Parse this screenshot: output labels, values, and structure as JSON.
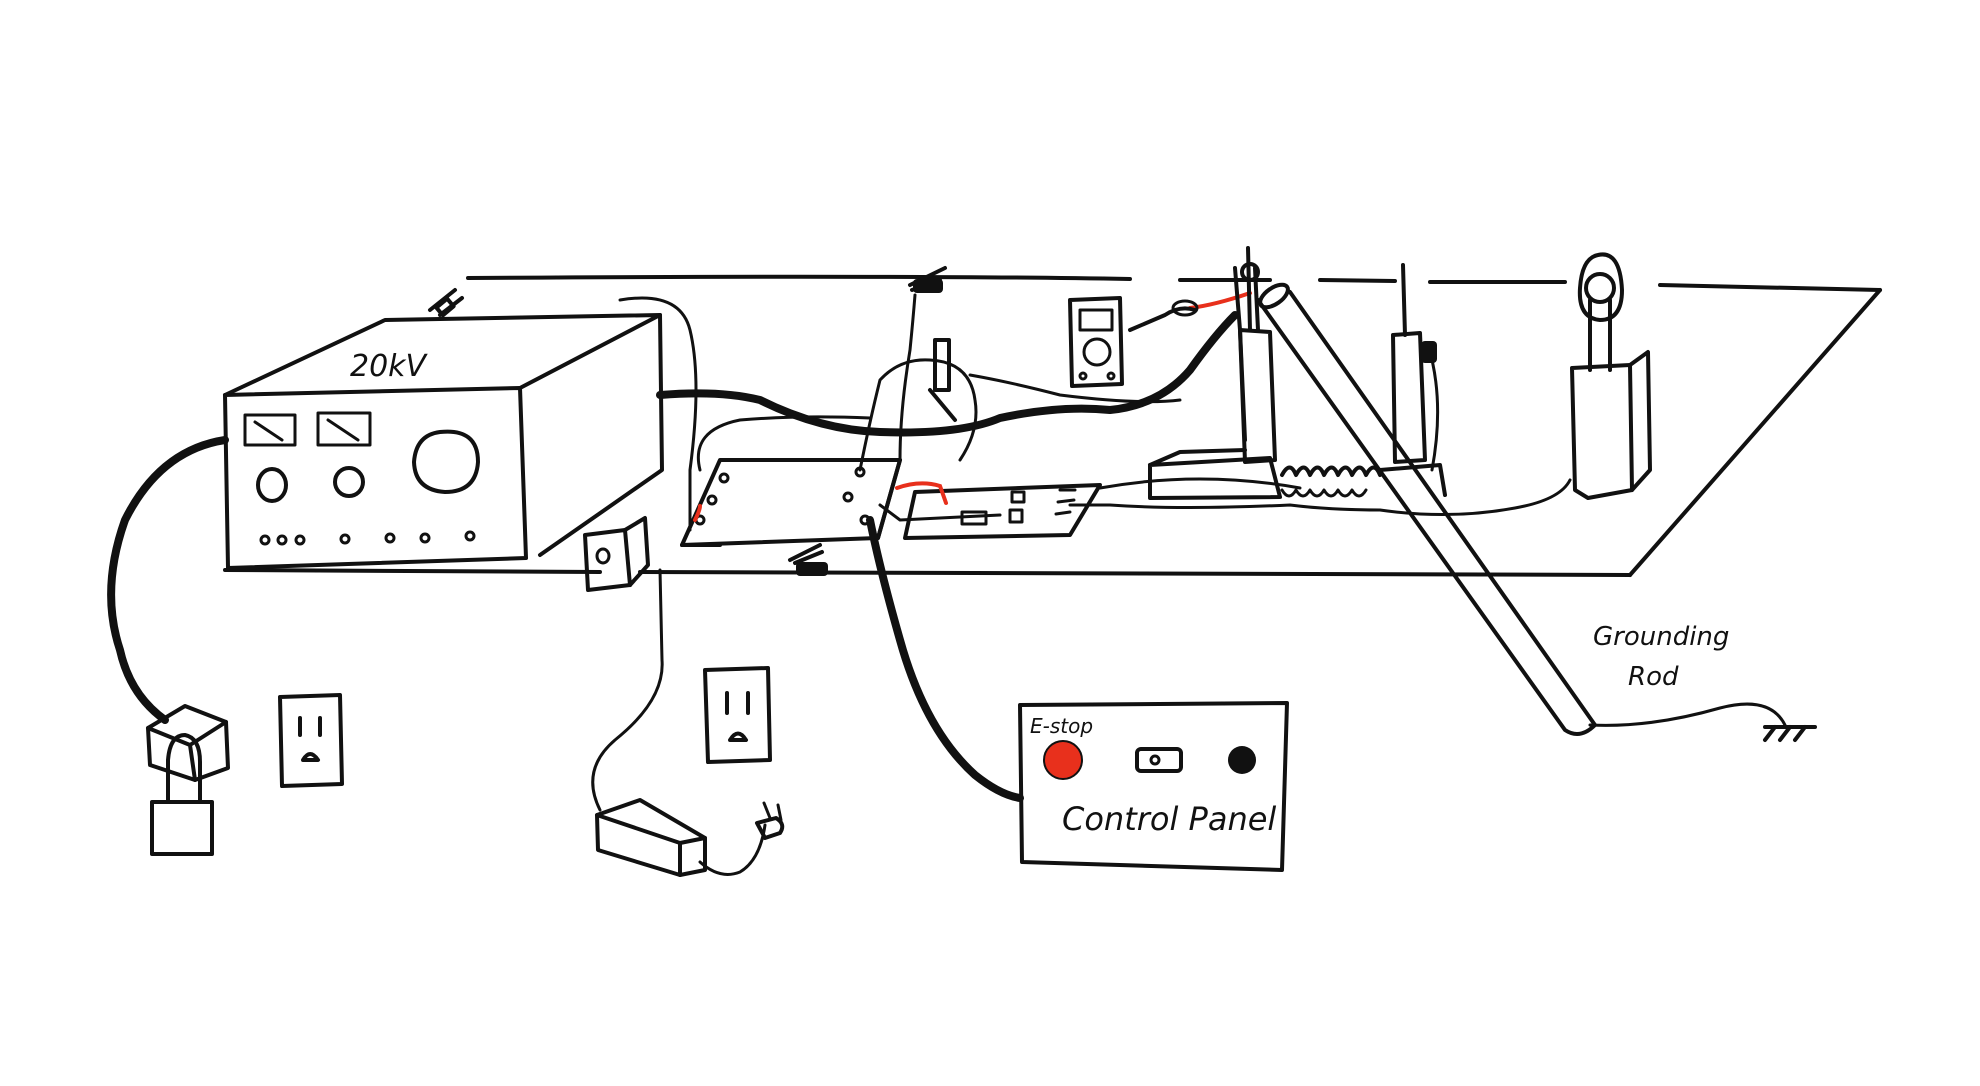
{
  "labels": {
    "supply_voltage": "20kV",
    "estop": "E-stop",
    "control_panel": "Control Panel",
    "grounding_line1": "Grounding",
    "grounding_line2": "Rod"
  },
  "colors": {
    "ink": "#111111",
    "accent": "#e8301c",
    "background": "#ffffff"
  }
}
